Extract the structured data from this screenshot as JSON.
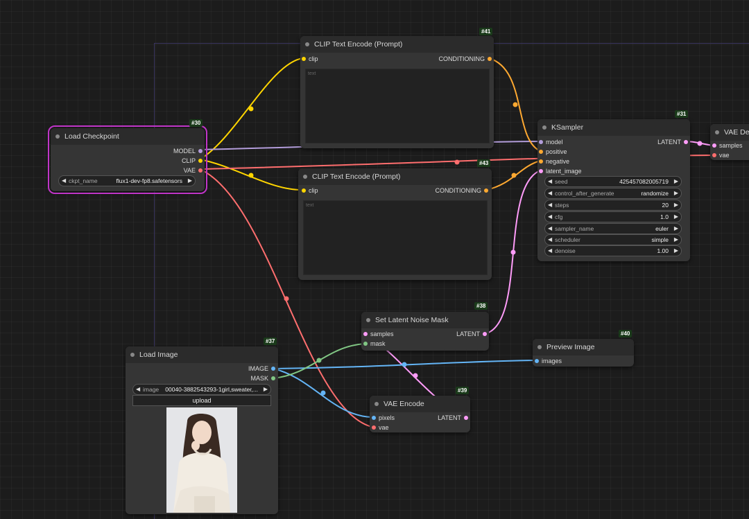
{
  "nodes": {
    "load_checkpoint": {
      "badge": "#30",
      "title": "Load Checkpoint",
      "outputs": [
        "MODEL",
        "CLIP",
        "VAE"
      ],
      "widget": {
        "label": "ckpt_name",
        "value": "flux1-dev-fp8.safetensors"
      }
    },
    "clip_text_encode_41": {
      "badge": "#41",
      "title": "CLIP Text Encode (Prompt)",
      "input": "clip",
      "output": "CONDITIONING",
      "placeholder": "text"
    },
    "clip_text_encode_43": {
      "badge": "#43",
      "title": "CLIP Text Encode (Prompt)",
      "input": "clip",
      "output": "CONDITIONING",
      "placeholder": "text"
    },
    "ksampler": {
      "badge": "#31",
      "title": "KSampler",
      "inputs": [
        "model",
        "positive",
        "negative",
        "latent_image"
      ],
      "output": "LATENT",
      "widgets": [
        {
          "label": "seed",
          "value": "425457082005719"
        },
        {
          "label": "control_after_generate",
          "value": "randomize"
        },
        {
          "label": "steps",
          "value": "20"
        },
        {
          "label": "cfg",
          "value": "1.0"
        },
        {
          "label": "sampler_name",
          "value": "euler"
        },
        {
          "label": "scheduler",
          "value": "simple"
        },
        {
          "label": "denoise",
          "value": "1.00"
        }
      ]
    },
    "vae_decode": {
      "title": "VAE Dec",
      "inputs": [
        "samples",
        "vae"
      ]
    },
    "set_latent_noise_mask": {
      "badge": "#38",
      "title": "Set Latent Noise Mask",
      "inputs": [
        "samples",
        "mask"
      ],
      "output": "LATENT"
    },
    "preview_image": {
      "badge": "#40",
      "title": "Preview Image",
      "input": "images"
    },
    "load_image": {
      "badge": "#37",
      "title": "Load Image",
      "outputs": [
        "IMAGE",
        "MASK"
      ],
      "widget": {
        "label": "image",
        "value": "00040-3882543293-1girl,sweater,..."
      },
      "upload_label": "upload"
    },
    "vae_encode": {
      "badge": "#39",
      "title": "VAE Encode",
      "inputs": [
        "pixels",
        "vae"
      ],
      "output": "LATENT"
    }
  },
  "colors": {
    "model": "#b39ddb",
    "clip": "#ffd500",
    "vae": "#ff6e6e",
    "conditioning": "#ffa931",
    "latent": "#ff9cf9",
    "image": "#64b5f6",
    "mask": "#81c784"
  }
}
